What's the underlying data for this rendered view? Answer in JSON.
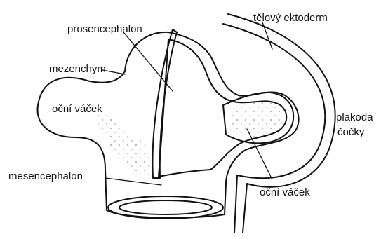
{
  "labels": {
    "prosencephalon": "prosencephalon",
    "mezenchym": "mezenchym",
    "ocni_vacek_left": "oční váček",
    "mesencephalon": "mesencephalon",
    "telovy_ektoderm": "tělový ektoderm",
    "plakoda_line1": "plakoda",
    "plakoda_line2": "čočky",
    "ocni_vacek_right": "oční váček"
  },
  "colors": {
    "ink": "#111111",
    "background": "#ffffff"
  }
}
